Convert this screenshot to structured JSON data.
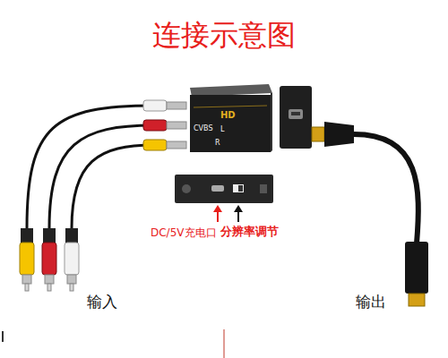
{
  "diagram": {
    "title": "连接示意图",
    "labels": [
      "CVBS",
      "L",
      "R",
      "HD",
      "DC/5V充电口",
      "分辨率调节",
      "输入",
      "输出"
    ]
  }
}
